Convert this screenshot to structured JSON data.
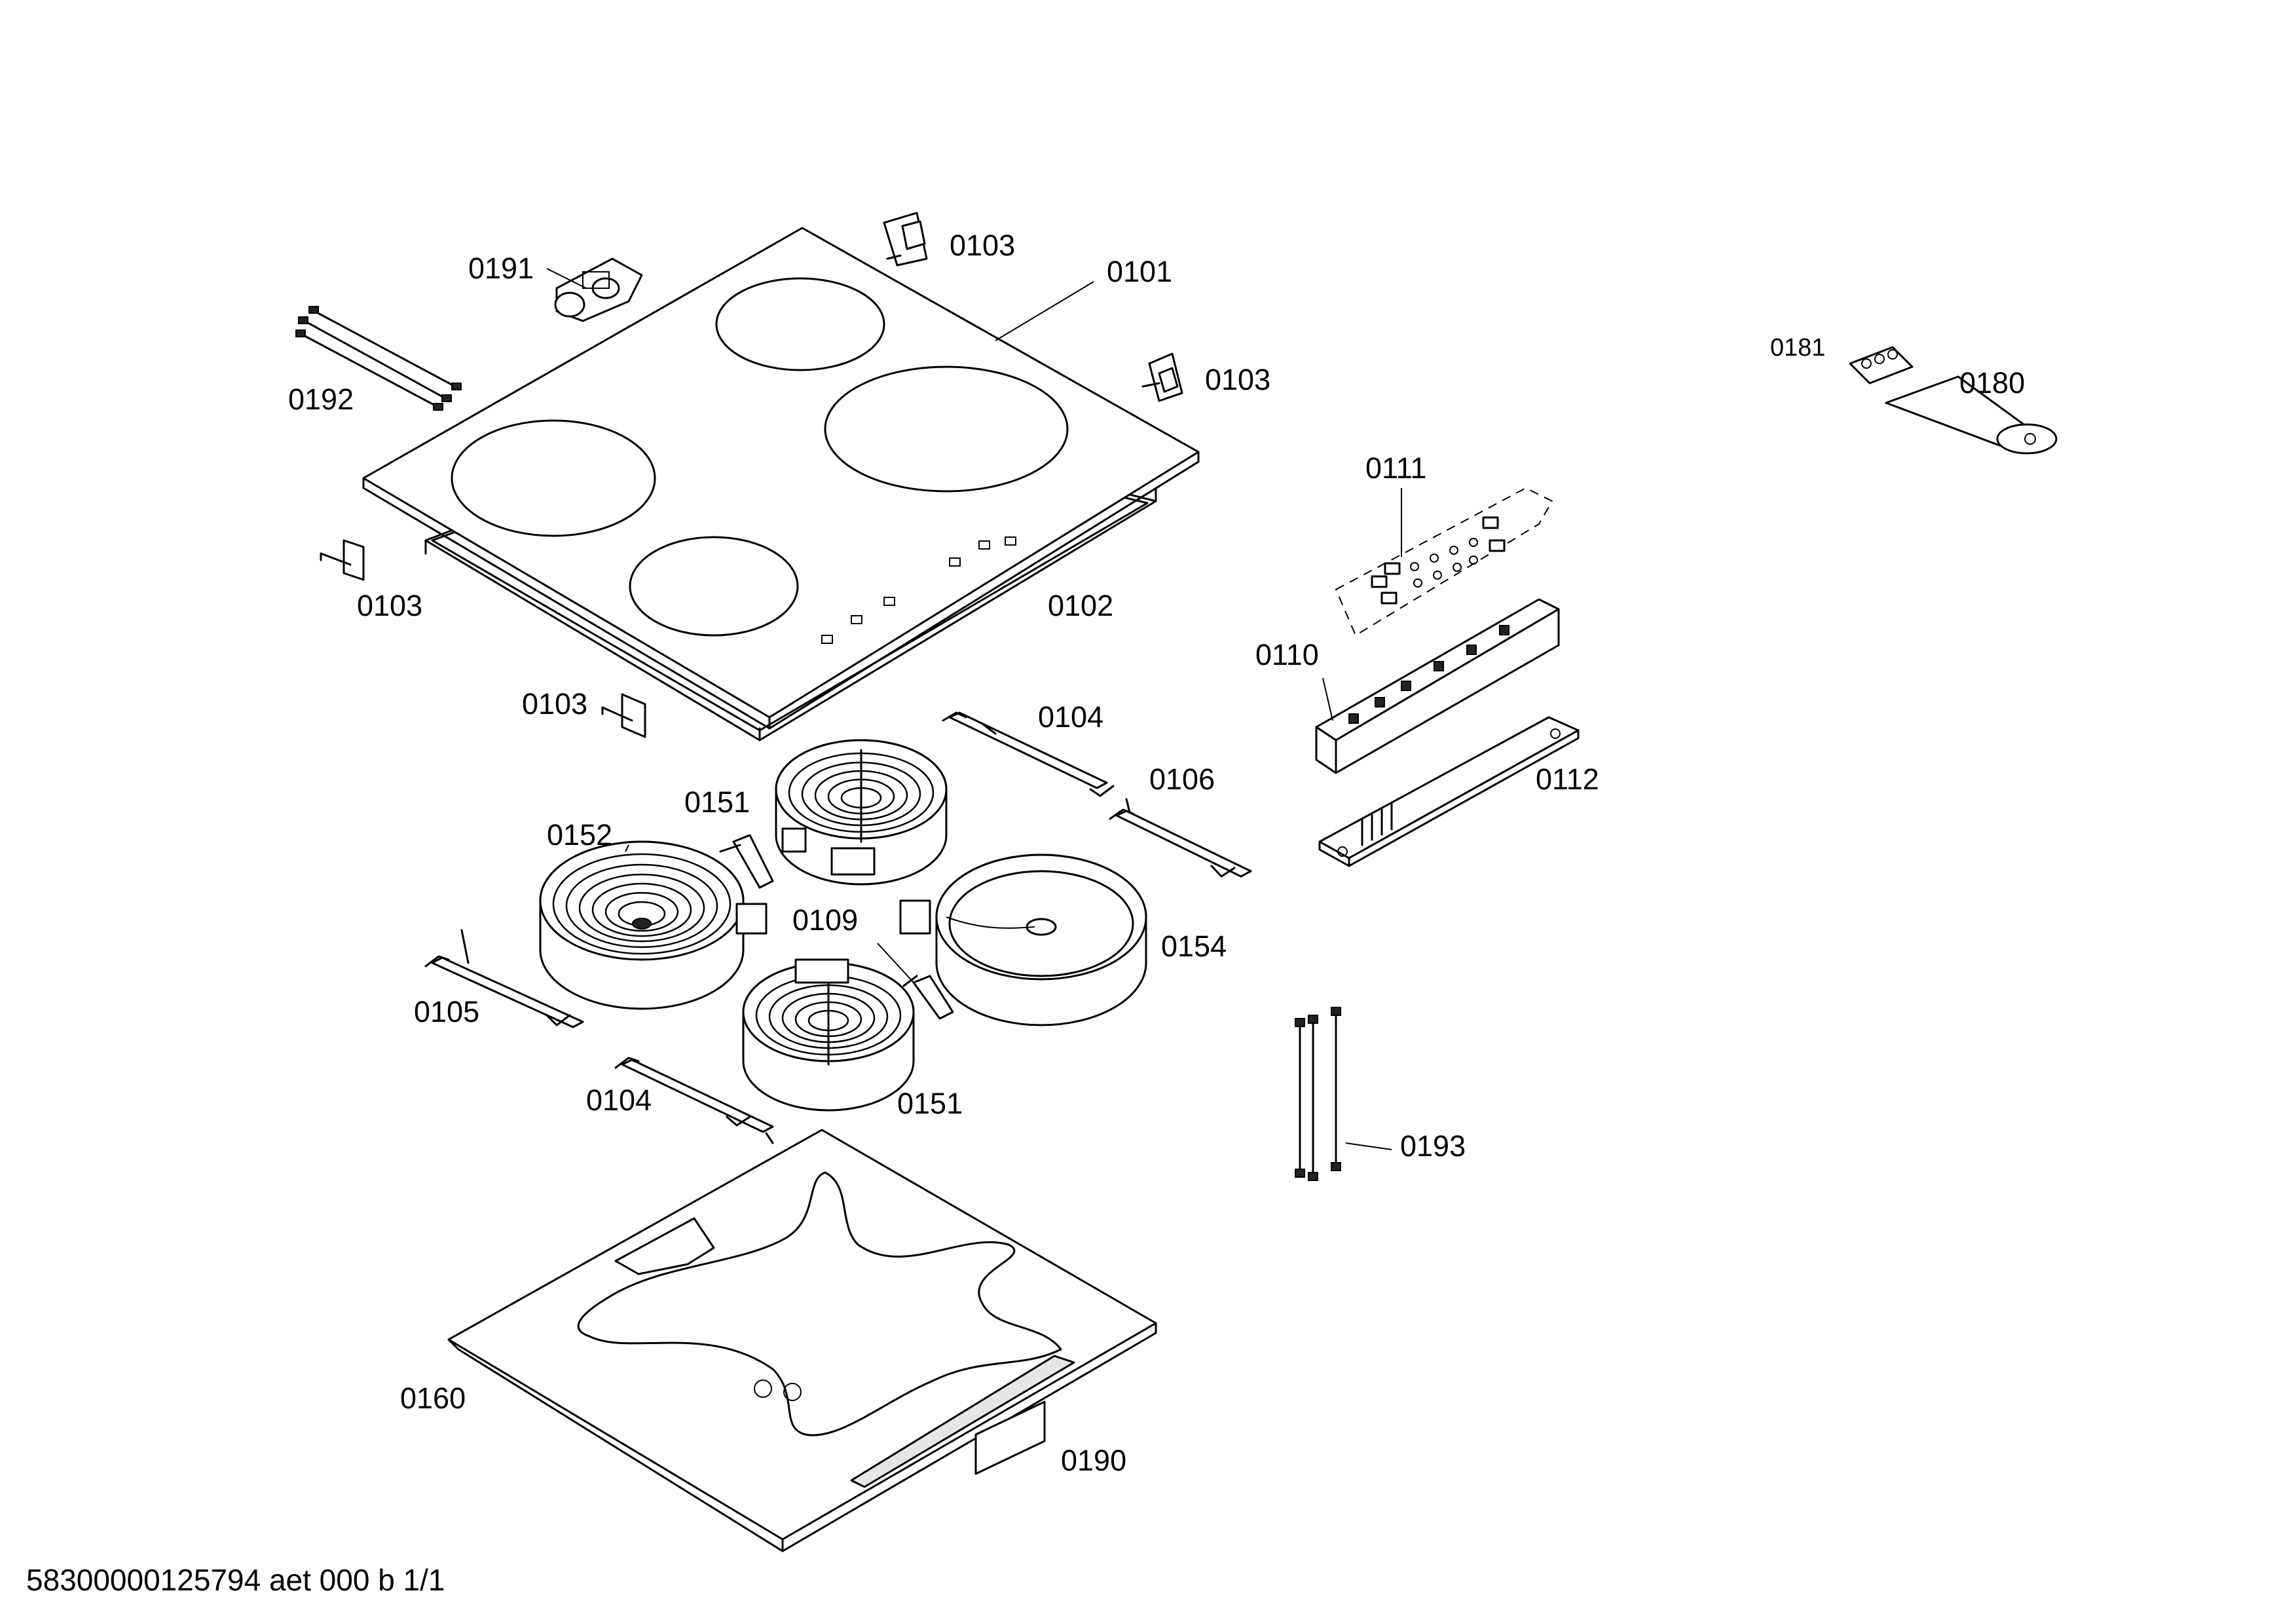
{
  "labels": {
    "p0101": "0101",
    "p0102": "0102",
    "p0103": "0103",
    "p0104": "0104",
    "p0105": "0105",
    "p0106": "0106",
    "p0109": "0109",
    "p0110": "0110",
    "p0111": "0111",
    "p0112": "0112",
    "p0151": "0151",
    "p0152": "0152",
    "p0154": "0154",
    "p0160": "0160",
    "p0180": "0180",
    "p0181": "0181",
    "p0190": "0190",
    "p0191": "0191",
    "p0192": "0192",
    "p0193": "0193"
  },
  "footer": {
    "doc_id": "58300000125794 aet 000 b 1/1"
  }
}
